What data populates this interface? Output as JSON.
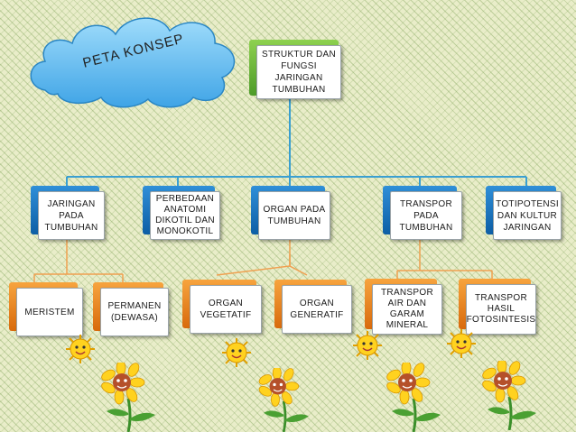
{
  "title": "PETA KONSEP",
  "root": "STRUKTUR DAN FUNGSI JARINGAN TUMBUHAN",
  "level1": [
    "JARINGAN PADA TUMBUHAN",
    "PERBEDAAN ANATOMI DIKOTIL DAN MONOKOTIL",
    "ORGAN PADA TUMBUHAN",
    "TRANSPOR PADA TUMBUHAN",
    "TOTIPOTENSI DAN KULTUR JARINGAN"
  ],
  "level2": {
    "jaringan": [
      "MERISTEM",
      "PERMANEN (DEWASA)"
    ],
    "organ": [
      "ORGAN VEGETATIF",
      "ORGAN GENERATIF"
    ],
    "transpor": [
      "TRANSPOR AIR DAN GARAM MINERAL",
      "TRANSPOR HASIL FOTOSINTESIS"
    ]
  },
  "decorations": [
    "cloud-shape",
    "sun-face-icon",
    "sunflower-icon"
  ],
  "colors": {
    "root_accent": "#6cbf3c",
    "level1_accent": "#1577c8",
    "level2_accent": "#ee8a24",
    "connector": "#3a9fd1",
    "connector_orange": "#f0a050",
    "cloud": "#5bb8f0"
  }
}
